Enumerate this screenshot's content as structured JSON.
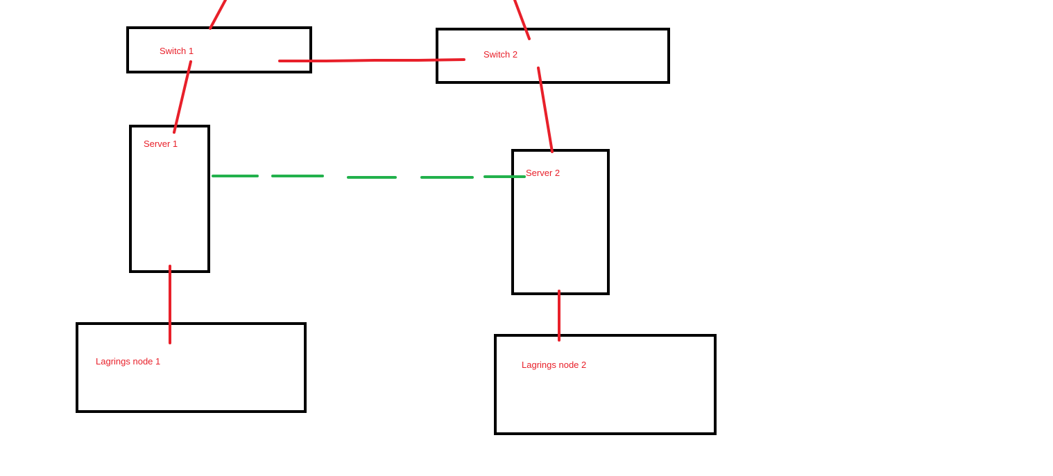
{
  "colors": {
    "box_stroke": "#000000",
    "link_red": "#e8202a",
    "link_green": "#22b14c",
    "label_red": "#e8202a"
  },
  "nodes": {
    "switch1": {
      "label": "Switch 1"
    },
    "switch2": {
      "label": "Switch 2"
    },
    "server1": {
      "label": "Server 1"
    },
    "server2": {
      "label": "Server 2"
    },
    "storage1": {
      "label": "Lagrings node 1"
    },
    "storage2": {
      "label": "Lagrings node 2"
    }
  }
}
